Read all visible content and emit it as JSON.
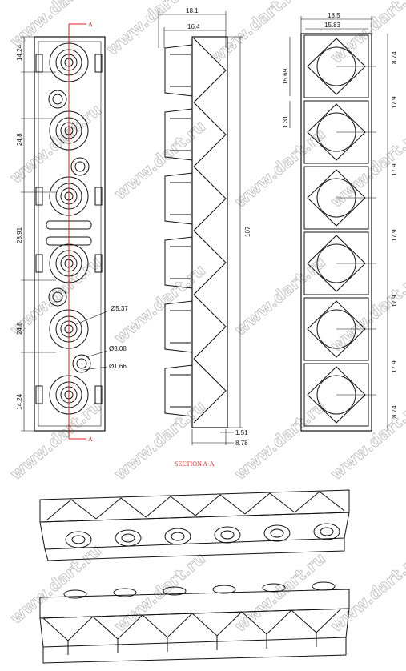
{
  "section_marker": "A",
  "section_caption": "SECTION A-A",
  "watermark": "www.dart.ru",
  "front_view": {
    "dims": [
      "14.24",
      "24.8",
      "28.91",
      "24.8",
      "14.24"
    ],
    "diameters": [
      "Ø5.37",
      "Ø3.08",
      "Ø1.66"
    ]
  },
  "section_view": {
    "dims": [
      "18.1",
      "16.4",
      "107",
      "1.51",
      "8.78"
    ]
  },
  "back_view": {
    "top_dims": [
      "18.5",
      "15.83"
    ],
    "left_dims": [
      "15.69",
      "1.31"
    ],
    "right_dims": [
      "8.74",
      "17.9",
      "17.9",
      "17.9",
      "17.9",
      "17.9",
      "8.74"
    ]
  }
}
